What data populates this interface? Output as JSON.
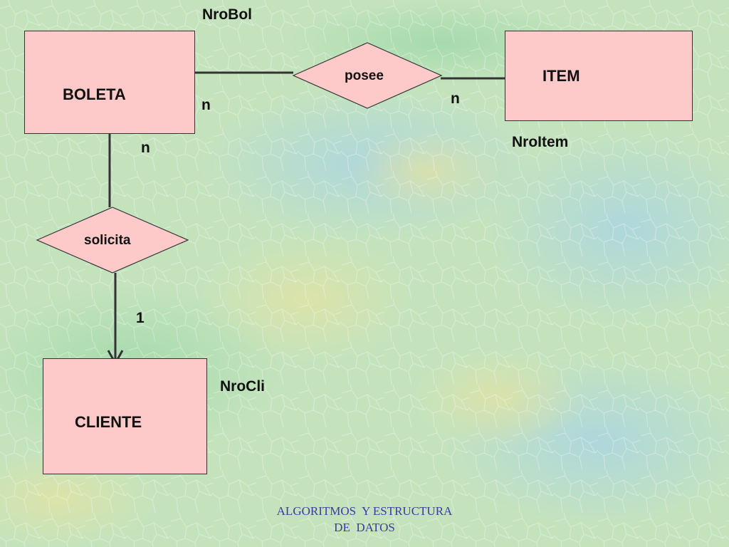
{
  "entities": {
    "boleta": "BOLETA",
    "item": "ITEM",
    "cliente": "CLIENTE"
  },
  "relationships": {
    "posee": "posee",
    "solicita": "solicita"
  },
  "attributes": {
    "nrobol": "NroBol",
    "nroitem": "NroItem",
    "nrocli": "NroCli"
  },
  "cardinalities": {
    "boleta_posee": "n",
    "item_posee": "n",
    "boleta_solicita": "n",
    "cliente_solicita": "1"
  },
  "footer": {
    "line1": "ALGORITMOS  Y ESTRUCTURA",
    "line2": "DE  DATOS"
  },
  "colors": {
    "entity_fill": "#fdc9c9",
    "relationship_fill": "#fdc9c9",
    "line": "#333333",
    "footer_text": "#3a3aa0",
    "background": "#bfe0b8"
  }
}
